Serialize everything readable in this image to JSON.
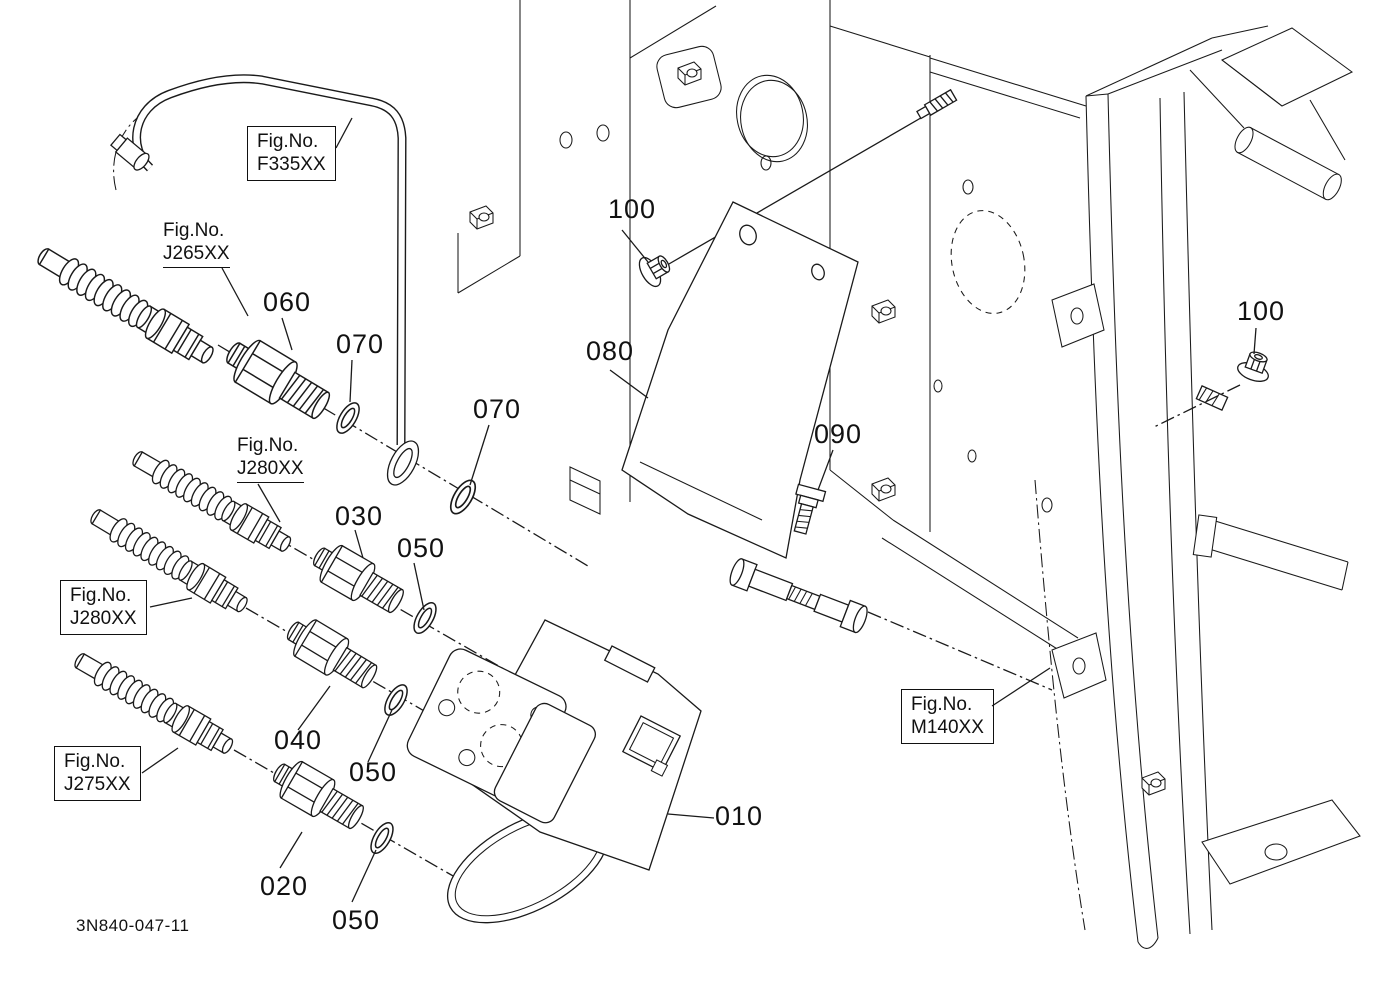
{
  "page": {
    "drawing_number": "3N840-047-11"
  },
  "colors": {
    "line": "#1a1a1a",
    "background": "#ffffff"
  },
  "callouts": {
    "c010": "010",
    "c020": "020",
    "c030": "030",
    "c040": "040",
    "c050": "050",
    "c060": "060",
    "c070": "070",
    "c080": "080",
    "c090": "090",
    "c100": "100"
  },
  "fig_refs": {
    "f335": {
      "prefix": "Fig.No.",
      "code": "F335XX"
    },
    "j265": {
      "prefix": "Fig.No.",
      "code": "J265XX"
    },
    "j280_upper": {
      "prefix": "Fig.No.",
      "code": "J280XX"
    },
    "j280_left": {
      "prefix": "Fig.No.",
      "code": "J280XX"
    },
    "j275": {
      "prefix": "Fig.No.",
      "code": "J275XX"
    },
    "m140": {
      "prefix": "Fig.No.",
      "code": "M140XX"
    }
  }
}
